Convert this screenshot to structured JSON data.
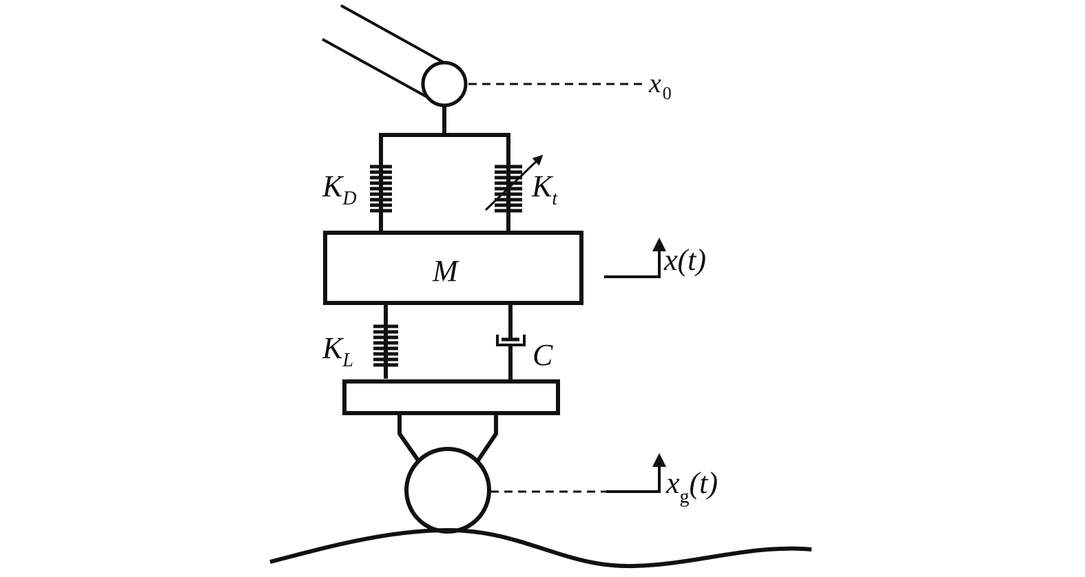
{
  "labels": {
    "x0": {
      "main": "x",
      "sub": "0"
    },
    "kd": {
      "main": "K",
      "sub": "D"
    },
    "kt": {
      "main": "K",
      "sub": "t"
    },
    "mass": "M",
    "xt": {
      "main": "x",
      "rest": "(t)"
    },
    "kl": {
      "main": "K",
      "sub": "L"
    },
    "c": "C",
    "xg": {
      "main": "x",
      "sub": "g",
      "rest": "(t)"
    }
  },
  "colors": {
    "line": "#111111",
    "background": "#ffffff"
  }
}
